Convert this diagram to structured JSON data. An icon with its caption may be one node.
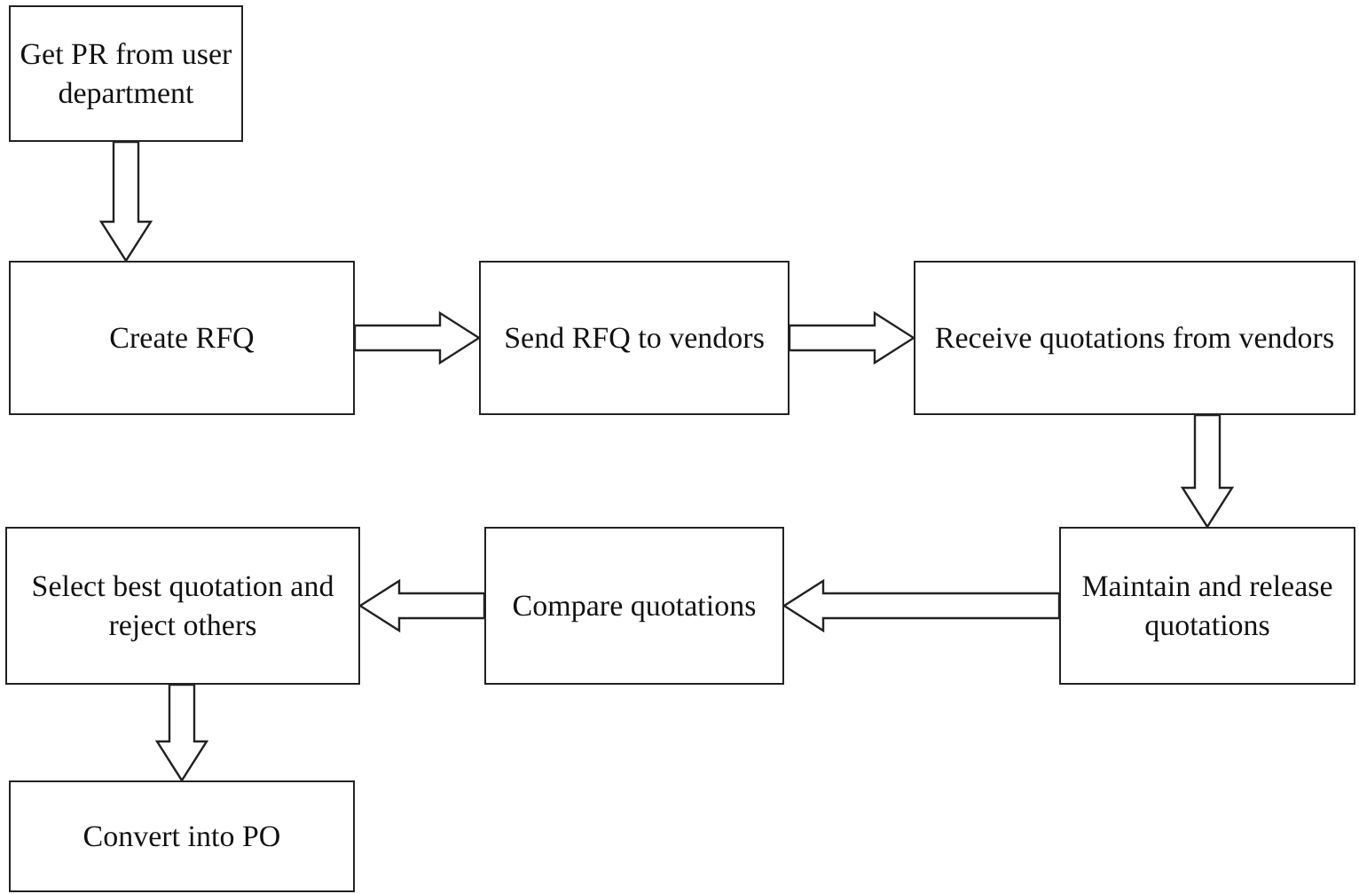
{
  "diagram": {
    "nodes": [
      {
        "text": [
          "Get PR from user department"
        ]
      },
      {
        "text": [
          "Create RFQ"
        ]
      },
      {
        "text": [
          "Send RFQ to vendors"
        ]
      },
      {
        "text": [
          "Receive quotations from vendors"
        ]
      },
      {
        "text": [
          "Maintain and release quotations"
        ]
      },
      {
        "text": [
          "Compare quotations"
        ]
      },
      {
        "text": [
          "Select best quotation and reject others"
        ]
      },
      {
        "text": [
          "Convert into PO"
        ]
      }
    ],
    "edges": [
      {
        "from": 0,
        "to": 1,
        "arrow": "to"
      },
      {
        "from": 1,
        "to": 2,
        "arrow": "to"
      },
      {
        "from": 2,
        "to": 3,
        "arrow": "to"
      },
      {
        "from": 3,
        "to": 4,
        "arrow": "to"
      },
      {
        "from": 4,
        "to": 5,
        "arrow": "to"
      },
      {
        "from": 5,
        "to": 6,
        "arrow": "to"
      },
      {
        "from": 6,
        "to": 7,
        "arrow": "to"
      }
    ]
  }
}
